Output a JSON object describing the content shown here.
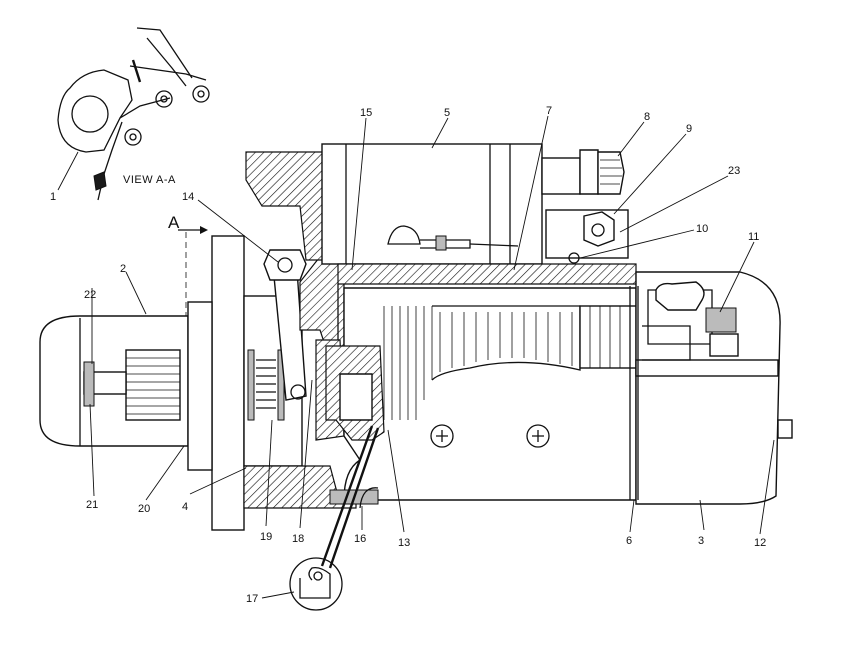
{
  "view_label": "VIEW A-A",
  "section_marks": [
    "A",
    "A"
  ],
  "callouts": [
    {
      "id": "c1",
      "text": "1"
    },
    {
      "id": "c2",
      "text": "2"
    },
    {
      "id": "c3",
      "text": "3"
    },
    {
      "id": "c4",
      "text": "4"
    },
    {
      "id": "c5",
      "text": "5"
    },
    {
      "id": "c6",
      "text": "6"
    },
    {
      "id": "c7",
      "text": "7"
    },
    {
      "id": "c8",
      "text": "8"
    },
    {
      "id": "c9",
      "text": "9"
    },
    {
      "id": "c10",
      "text": "10"
    },
    {
      "id": "c11",
      "text": "11"
    },
    {
      "id": "c12",
      "text": "12"
    },
    {
      "id": "c13",
      "text": "13"
    },
    {
      "id": "c14",
      "text": "14"
    },
    {
      "id": "c15",
      "text": "15"
    },
    {
      "id": "c16",
      "text": "16"
    },
    {
      "id": "c17",
      "text": "17"
    },
    {
      "id": "c18",
      "text": "18"
    },
    {
      "id": "c19",
      "text": "19"
    },
    {
      "id": "c20",
      "text": "20"
    },
    {
      "id": "c21",
      "text": "21"
    },
    {
      "id": "c22",
      "text": "22"
    },
    {
      "id": "c23",
      "text": "23"
    }
  ]
}
